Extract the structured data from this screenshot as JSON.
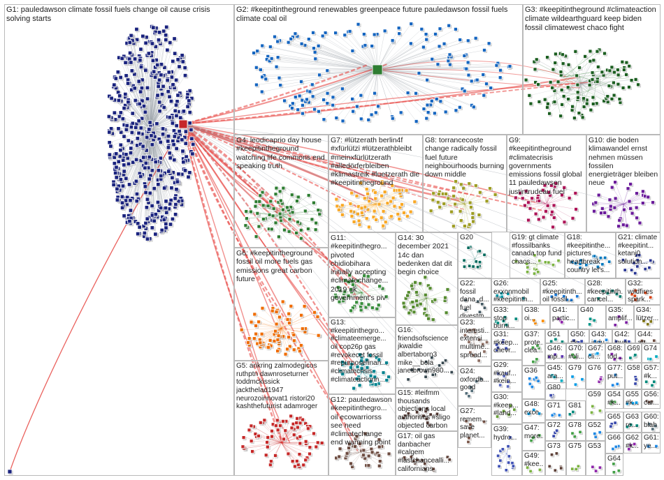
{
  "groups": [
    {
      "id": "G1",
      "text": "G1: pauledawson climate fossil fuels change oil cause crisis solving starts",
      "color": "#1a237e"
    },
    {
      "id": "G2",
      "text": "G2: #keepitintheground renewables greenpeace future pauledawson fossil fuels climate coal oil",
      "color": "#1565c0"
    },
    {
      "id": "G3",
      "text": "G3: #keepitintheground #climateaction climate wildearthguard keep biden fossil climatewest chaco fight",
      "color": "#1b5e20"
    },
    {
      "id": "G4",
      "text": "G4: leodicaprio day house #keepitintheground watching life commons end speaking truth",
      "color": "#2e7d32"
    },
    {
      "id": "G5",
      "text": "G5: arikring zalmodegicos ruthptn dawnroseturner toddmckissick jackthelad1947 neurozoinnovat1 ristori20 kashthefuturist adamroger",
      "color": "#c62828"
    },
    {
      "id": "G6",
      "text": "G6: #keepitintheground fossil oil more fuels gas emissions great carbon future",
      "color": "#ef6c00"
    },
    {
      "id": "G7",
      "text": "G7: #lützerath berlin4f #xfürlützi #lützerathbleibt #meinxfürlützerath #alledörferbleiben #klimastreik #luetzerath die #keepitintheground",
      "color": "#f9a825"
    },
    {
      "id": "G8",
      "text": "G8: torrancecoste change radically fossil fuel future neighbourhoods burning down middle",
      "color": "#9e9d24"
    },
    {
      "id": "G9",
      "text": "G9: #keepitintheground #climatecrisis governments emissions fossil global 11 pauledawson justintrudeau fuel",
      "color": "#ad1457"
    },
    {
      "id": "G10",
      "text": "G10: die boden klimawandel ernst nehmen müssen fossilen energieträger bleiben neue",
      "color": "#6a1b9a"
    },
    {
      "id": "G11",
      "text": "G11: #keepitinthegro... pivoted chidiobihara initially accepting #climatechange... 2019 uk government's piv",
      "color": "#388e3c"
    },
    {
      "id": "G12",
      "text": "G12: pauledawson #keepitinthegro... oil ecowarriorss see need #climatechange end warming point",
      "color": "#6d4c41"
    },
    {
      "id": "G13",
      "text": "G13: #keepitinthegro... #climateemerge... oil cop26p gas #revokecet fossil #repurposefinan... #climatecrisis #climateactionn...",
      "color": "#00838f"
    },
    {
      "id": "G14",
      "text": "G14: 30 december 2021 14c dan bedenken dat dit begin choice",
      "color": "#558b2f"
    },
    {
      "id": "G15",
      "text": "G15: #leifmm thousands objections local authorities #sligo objected carbon heavy...",
      "color": "#4e342e"
    },
    {
      "id": "G16",
      "text": "G16: friendsofscience jkwaldie albertaborn3 mike__bola janetbrown980...",
      "color": "#37474f"
    },
    {
      "id": "G17",
      "text": "G17: oil gas danbacher #calgem #lastchancealli... californians",
      "color": "#5d4037"
    },
    {
      "id": "G18",
      "text": "G18: #keepitinthe... pictures heartbreak country let's...",
      "color": "#0277bd"
    },
    {
      "id": "G19",
      "text": "G19: gt climate #fossilbanks canada top fund chaos...",
      "color": "#7cb342"
    },
    {
      "id": "G20",
      "text": "G20",
      "color": "#00695c"
    },
    {
      "id": "G21",
      "text": "G21: climate #keepitint... ketanj0 solution...",
      "color": "#283593"
    },
    {
      "id": "G22",
      "text": "G22: fossil dana_d... fuel divestm...",
      "color": "#455a64"
    },
    {
      "id": "G23",
      "text": "G23: interesti... extensi... multime... spread...",
      "color": "#8d6e63"
    },
    {
      "id": "G24",
      "text": "G24: oxfordb... good",
      "color": "#546e7a"
    },
    {
      "id": "G25",
      "text": "G25: #keepitinth... oil fossil...",
      "color": "#1976d2"
    },
    {
      "id": "G26",
      "text": "G26: exxonmobil #keepitinth...",
      "color": "#0097a7"
    },
    {
      "id": "G27",
      "text": "G27: remem... save planet...",
      "color": "#795548"
    },
    {
      "id": "G28",
      "text": "G28: #keepitinth... cancel...",
      "color": "#00796b"
    },
    {
      "id": "G29",
      "text": "G29: #kauf... #kein...",
      "color": "#5c6bc0"
    },
    {
      "id": "G30",
      "text": "G30: #keep... #land...",
      "color": "#689f38"
    },
    {
      "id": "G31",
      "text": "G31: #keep... chevr...",
      "color": "#3949ab"
    },
    {
      "id": "G32",
      "text": "G32: wildfires spark...",
      "color": "#d84315"
    },
    {
      "id": "G33",
      "text": "G33: stop burni...",
      "color": "#00897b"
    },
    {
      "id": "G34",
      "text": "G34: lützer...",
      "color": "#827717"
    },
    {
      "id": "G35",
      "text": "G35: amplif...",
      "color": "#7b1fa2"
    },
    {
      "id": "G36",
      "text": "G36",
      "color": "#1e88e5"
    },
    {
      "id": "G37",
      "text": "G37: prote... clea...",
      "color": "#43a047"
    },
    {
      "id": "G38",
      "text": "G38: oi...",
      "color": "#fb8c00"
    },
    {
      "id": "G39",
      "text": "G39: hydro...",
      "color": "#3f51b5"
    },
    {
      "id": "G40",
      "text": "G40",
      "color": "#009688"
    },
    {
      "id": "G41",
      "text": "G41: partic...",
      "color": "#8e24aa"
    },
    {
      "id": "G42",
      "text": "G42: inve...",
      "color": "#3949ab"
    },
    {
      "id": "G43",
      "text": "G43: indu...",
      "color": "#1e88e5"
    },
    {
      "id": "G44",
      "text": "G44: art...",
      "color": "#6d4c41"
    },
    {
      "id": "G45",
      "text": "G45: ara...",
      "color": "#00acc1"
    },
    {
      "id": "G46",
      "text": "G46: mp...",
      "color": "#5e35b1"
    },
    {
      "id": "G47",
      "text": "G47: more...",
      "color": "#43a047"
    },
    {
      "id": "G48",
      "text": "G48: exce...",
      "color": "#039be5"
    },
    {
      "id": "G49",
      "text": "G49: #kee...",
      "color": "#7cb342"
    },
    {
      "id": "G50",
      "text": "G50: #k...",
      "color": "#3949ab"
    },
    {
      "id": "G51",
      "text": "G51",
      "color": "#00897b"
    },
    {
      "id": "G52",
      "text": "G52",
      "color": "#1e88e5"
    },
    {
      "id": "G53",
      "text": "G53",
      "color": "#8e24aa"
    },
    {
      "id": "G54",
      "text": "G54: #k...",
      "color": "#43a047"
    },
    {
      "id": "G55",
      "text": "G55: #k...",
      "color": "#039be5"
    },
    {
      "id": "G56",
      "text": "G56: cur...",
      "color": "#5d4037"
    },
    {
      "id": "G57",
      "text": "G57: #k...",
      "color": "#00897b"
    },
    {
      "id": "G58",
      "text": "G58",
      "color": "#3949ab"
    },
    {
      "id": "G59",
      "text": "G59",
      "color": "#7cb342"
    },
    {
      "id": "G60",
      "text": "G60: blah",
      "color": "#546e7a"
    },
    {
      "id": "G61",
      "text": "G61: ye...",
      "color": "#1e88e5"
    },
    {
      "id": "G62",
      "text": "G62: #k...",
      "color": "#8e24aa"
    },
    {
      "id": "G63",
      "text": "G63: re...",
      "color": "#00897b"
    },
    {
      "id": "G64",
      "text": "G64",
      "color": "#43a047"
    },
    {
      "id": "G65",
      "text": "G65",
      "color": "#3949ab"
    },
    {
      "id": "G66",
      "text": "G66",
      "color": "#1e88e5"
    },
    {
      "id": "G67",
      "text": "G67: cli...",
      "color": "#039be5"
    },
    {
      "id": "G68",
      "text": "G68: tod...",
      "color": "#7b1fa2"
    },
    {
      "id": "G69",
      "text": "G69",
      "color": "#00897b"
    },
    {
      "id": "G70",
      "text": "G70: #cli...",
      "color": "#43a047"
    },
    {
      "id": "G71",
      "text": "G71",
      "color": "#1e88e5"
    },
    {
      "id": "G72",
      "text": "G72",
      "color": "#3949ab"
    },
    {
      "id": "G73",
      "text": "G73",
      "color": "#5d4037"
    },
    {
      "id": "G74",
      "text": "G74",
      "color": "#00acc1"
    },
    {
      "id": "G75",
      "text": "G75",
      "color": "#7cb342"
    },
    {
      "id": "G76",
      "text": "G76",
      "color": "#8e24aa"
    },
    {
      "id": "G77",
      "text": "G77: put...",
      "color": "#1e88e5"
    },
    {
      "id": "G78",
      "text": "G78",
      "color": "#43a047"
    },
    {
      "id": "G79",
      "text": "G79",
      "color": "#039be5"
    },
    {
      "id": "G80",
      "text": "G80",
      "color": "#3949ab"
    },
    {
      "id": "G81",
      "text": "G81",
      "color": "#00897b"
    }
  ],
  "colors": {
    "edge_light": "#9aa0a8",
    "edge_strong": "#e53935",
    "box_border": "#b9b9b9",
    "label_text": "#222222"
  }
}
